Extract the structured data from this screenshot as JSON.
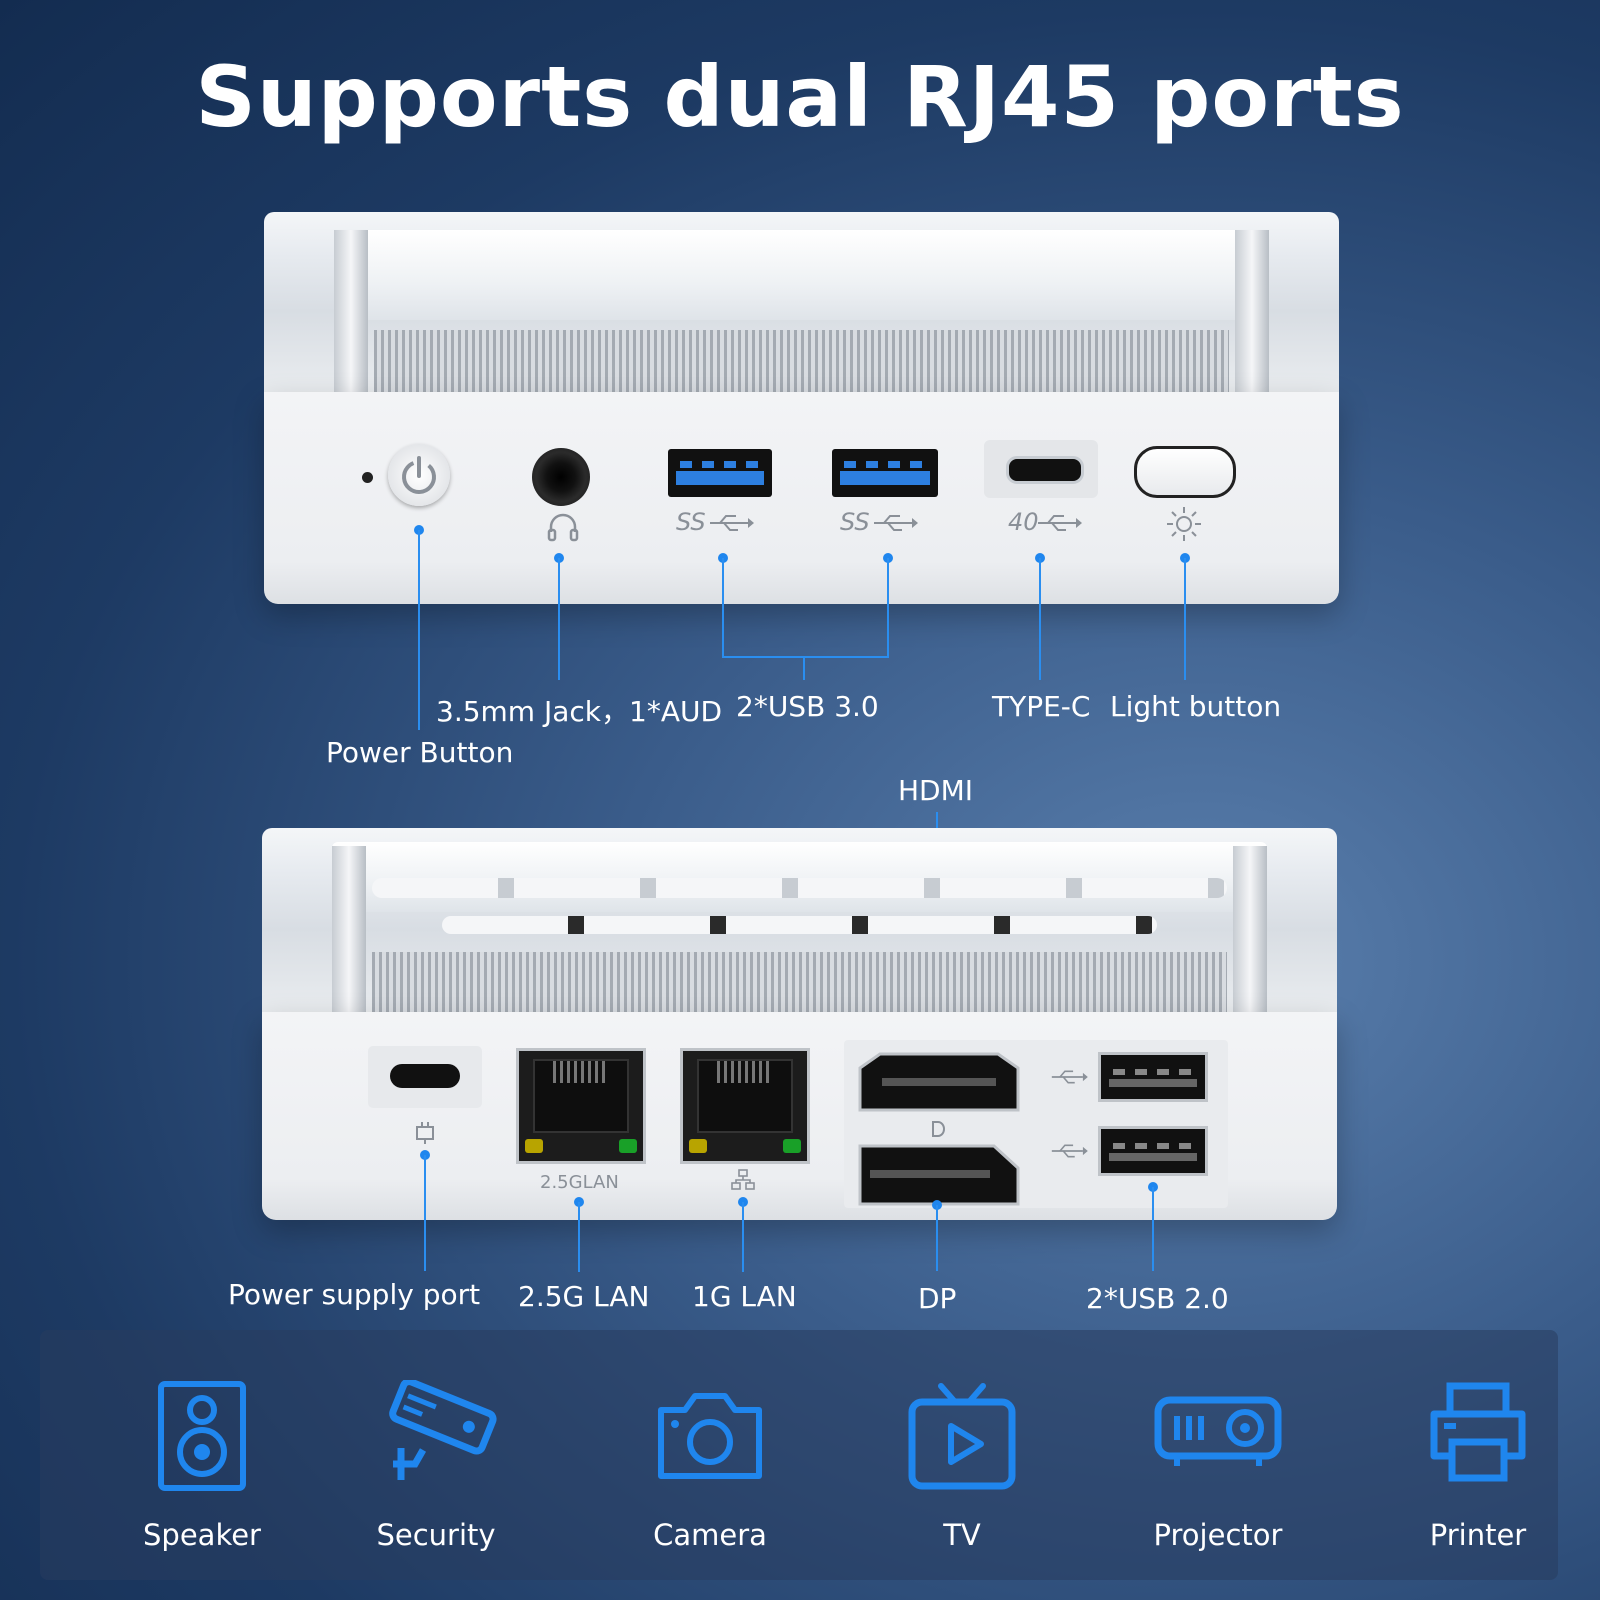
{
  "title": "Supports dual RJ45 ports",
  "top_panel": {
    "labels": {
      "jack": "3.5mm Jack，1*AUD",
      "usb3": "2*USB 3.0",
      "typec": "TYPE-C",
      "light": "Light button",
      "power": "Power Button"
    },
    "port_marks": {
      "ss1": "SS",
      "ss2": "SS",
      "forty": "40"
    }
  },
  "bottom_panel": {
    "labels": {
      "hdmi": "HDMI",
      "power_supply": "Power supply port",
      "lan25": "2.5G LAN",
      "lan1": "1G LAN",
      "dp": "DP",
      "usb2": "2*USB 2.0"
    },
    "port_marks": {
      "lan25_print": "2.5GLAN"
    }
  },
  "applications": [
    {
      "name": "Speaker",
      "icon": "speaker-icon"
    },
    {
      "name": "Security",
      "icon": "security-camera-icon"
    },
    {
      "name": "Camera",
      "icon": "camera-icon"
    },
    {
      "name": "TV",
      "icon": "tv-icon"
    },
    {
      "name": "Projector",
      "icon": "projector-icon"
    },
    {
      "name": "Printer",
      "icon": "printer-icon"
    }
  ],
  "colors": {
    "accent": "#1f86ee",
    "background": "#1d3a63"
  }
}
